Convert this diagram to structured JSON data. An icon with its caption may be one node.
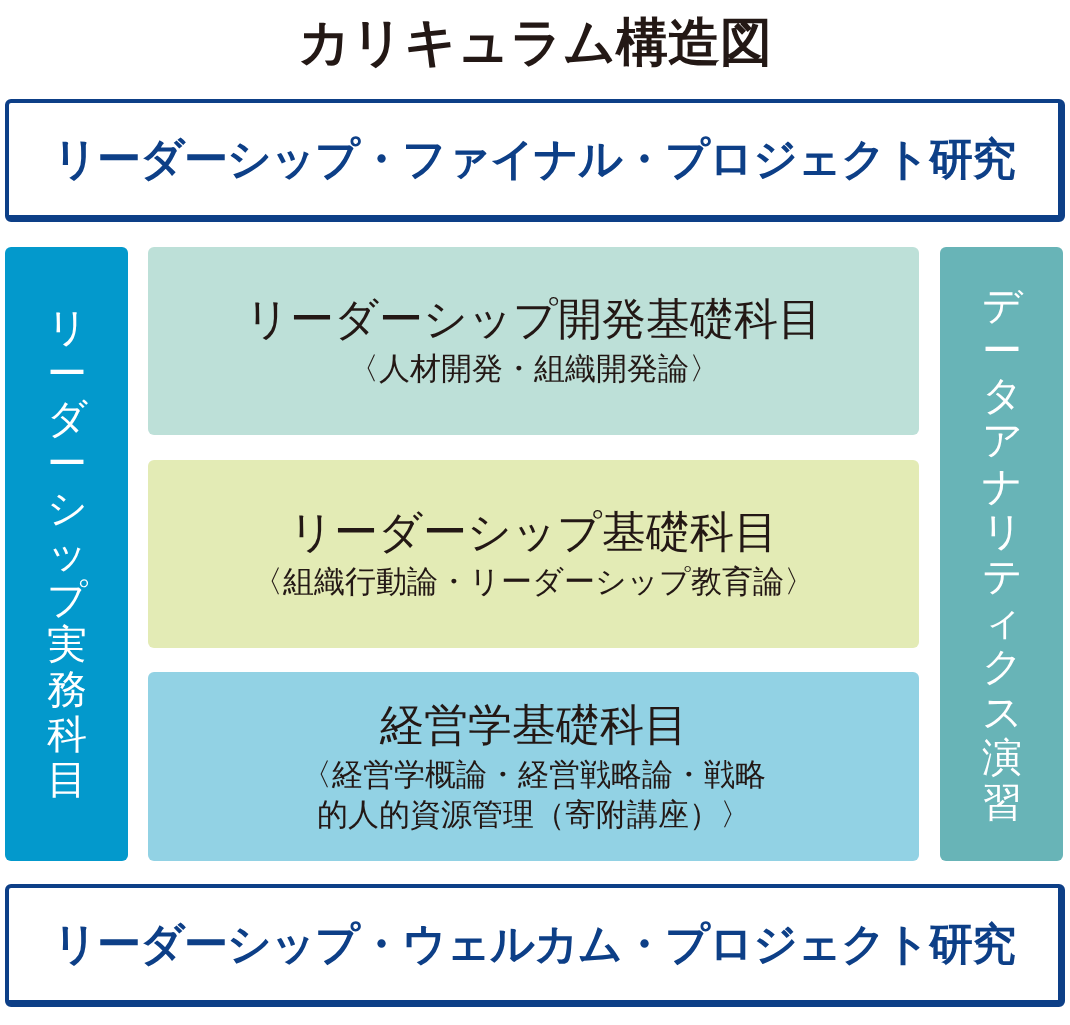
{
  "diagram": {
    "title": "カリキュラム構造図",
    "nodes": [
      {
        "text": [
          "リーダーシップ・ファイナル・プロジェクト研究"
        ]
      },
      {
        "text": [
          "リーダーシップ実務科目"
        ]
      },
      {
        "text": [
          "リーダーシップ開発基礎科目",
          "〈人材開発・組織開発論〉"
        ]
      },
      {
        "text": [
          "リーダーシップ基礎科目",
          "〈組織行動論・リーダーシップ教育論〉"
        ]
      },
      {
        "text": [
          "経営学基礎科目",
          "〈経営学概論・経営戦略論・戦略的人的資源管理（寄附講座）〉"
        ]
      },
      {
        "text": [
          "データアナリティクス演習"
        ]
      },
      {
        "text": [
          "リーダーシップ・ウェルカム・プロジェクト研究"
        ]
      }
    ],
    "edges": []
  }
}
